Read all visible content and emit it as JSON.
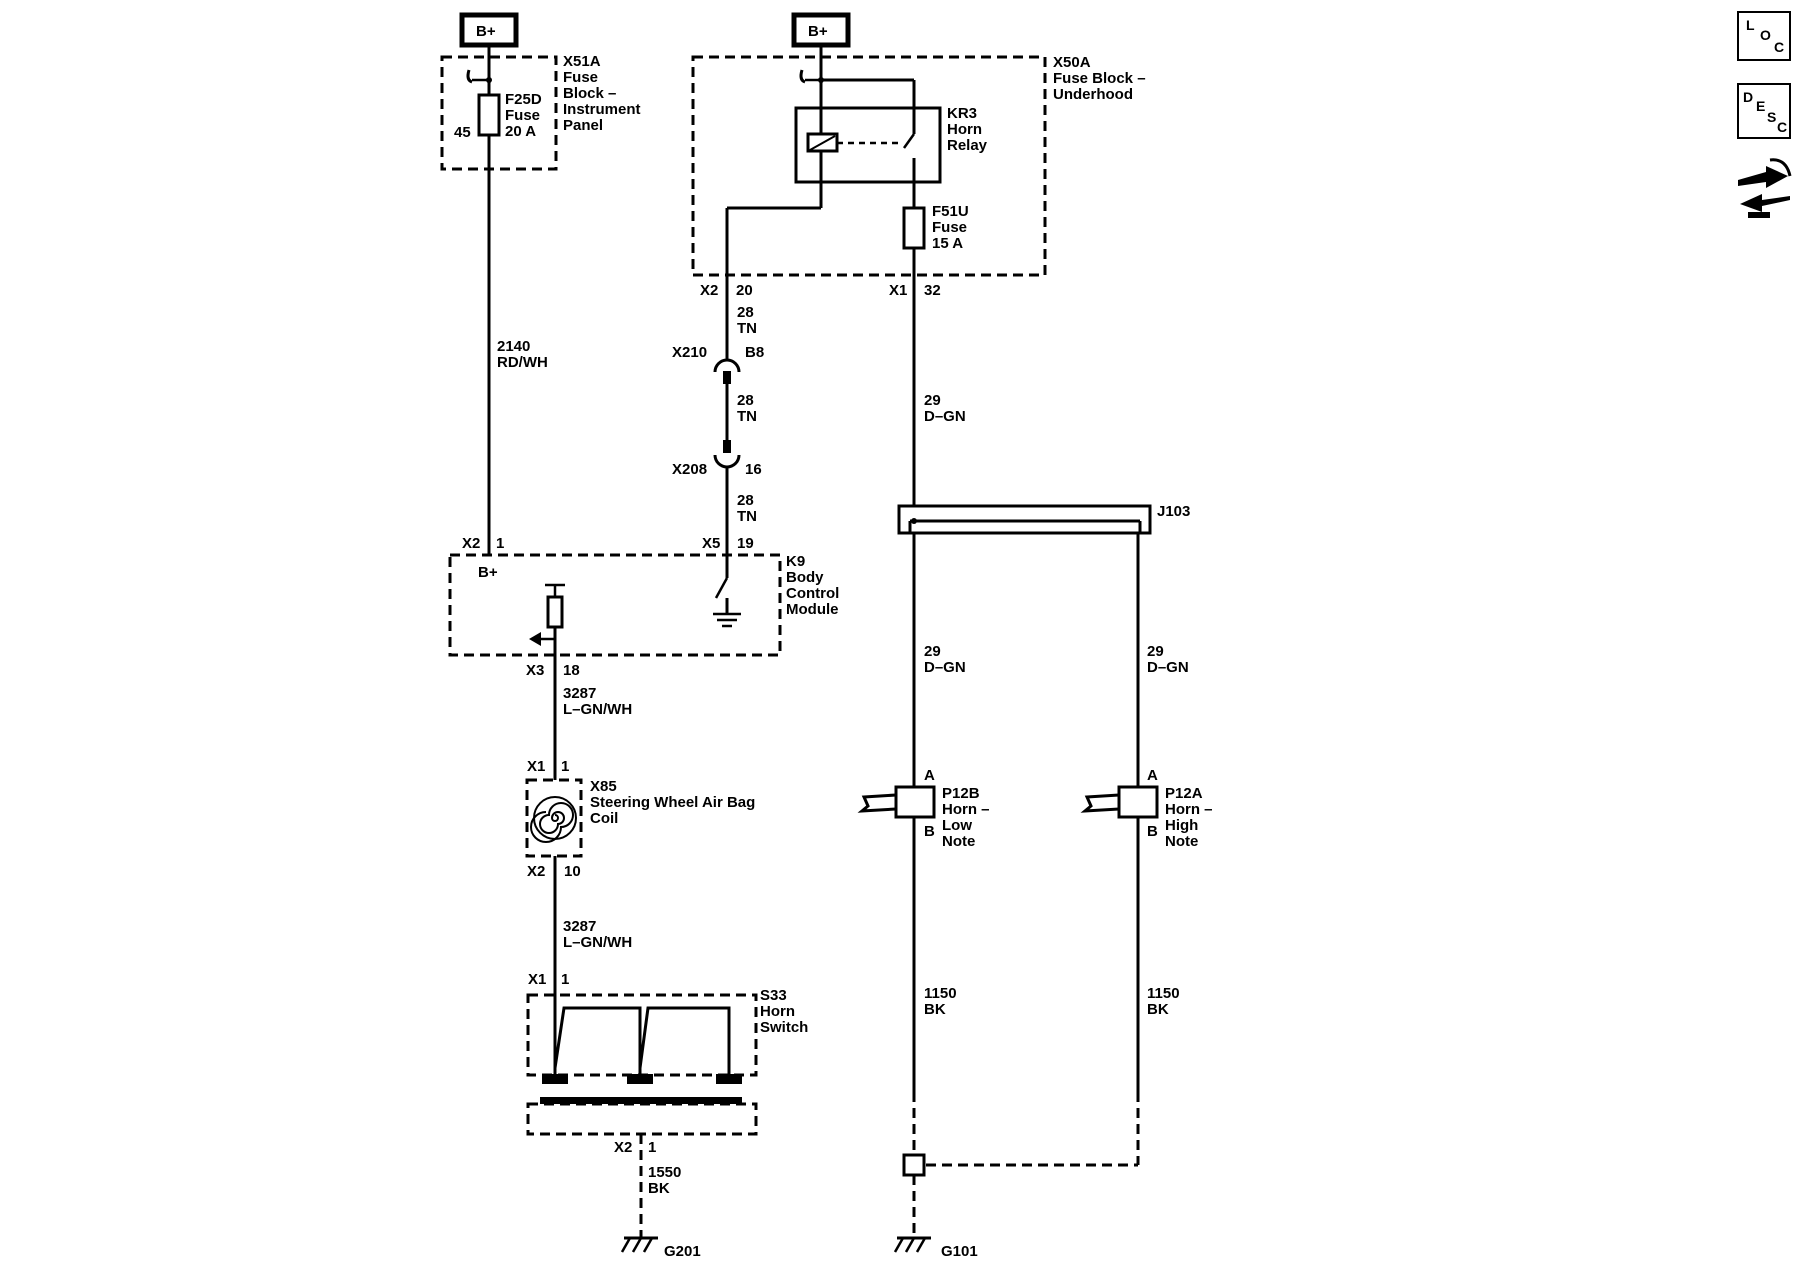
{
  "nav": {
    "loc": {
      "big": "L",
      "small1": "O",
      "small2": "C"
    },
    "desc": {
      "big": "D",
      "small1": "E",
      "small2": "S",
      "small3": "C"
    }
  },
  "power": {
    "left": "B+",
    "right": "B+"
  },
  "x51a": {
    "id": "X51A",
    "name1": "Fuse",
    "name2": "Block –",
    "name3": "Instrument",
    "name4": "Panel",
    "fuse_id": "F25D",
    "fuse_type": "Fuse",
    "fuse_rating": "20 A",
    "pin": "45"
  },
  "x50a": {
    "id": "X50A",
    "name1": "Fuse Block –",
    "name2": "Underhood",
    "relay_id": "KR3",
    "relay_name1": "Horn",
    "relay_name2": "Relay",
    "fuse_id": "F51U",
    "fuse_type": "Fuse",
    "fuse_rating": "15 A",
    "conn_left": "X2",
    "pin_left": "20",
    "conn_right": "X1",
    "pin_right": "32"
  },
  "wires": {
    "w2140_circuit": "2140",
    "w2140_color": "RD/WH",
    "tn1_circuit": "28",
    "tn1_color": "TN",
    "tn2_circuit": "28",
    "tn2_color": "TN",
    "tn3_circuit": "28",
    "tn3_color": "TN",
    "dgn_main_circuit": "29",
    "dgn_main_color": "D–GN",
    "dgn_low_circuit": "29",
    "dgn_low_color": "D–GN",
    "dgn_high_circuit": "29",
    "dgn_high_color": "D–GN",
    "w3287a_circuit": "3287",
    "w3287a_color": "L–GN/WH",
    "w3287b_circuit": "3287",
    "w3287b_color": "L–GN/WH",
    "w1150a_circuit": "1150",
    "w1150a_color": "BK",
    "w1150b_circuit": "1150",
    "w1150b_color": "BK",
    "w1550_circuit": "1550",
    "w1550_color": "BK"
  },
  "x210": {
    "id": "X210",
    "pin": "B8"
  },
  "x208": {
    "id": "X208",
    "pin": "16"
  },
  "k9": {
    "id": "K9",
    "name1": "Body",
    "name2": "Control",
    "name3": "Module",
    "bplus": "B+",
    "conn_in": "X2",
    "pin_in": "1",
    "conn_sw": "X5",
    "pin_sw": "19",
    "conn_out": "X3",
    "pin_out": "18"
  },
  "x85": {
    "id": "X85",
    "name1": "Steering Wheel Air Bag",
    "name2": "Coil",
    "conn_top": "X1",
    "pin_top": "1",
    "conn_bottom": "X2",
    "pin_bottom": "10"
  },
  "s33": {
    "id": "S33",
    "name1": "Horn",
    "name2": "Switch",
    "conn_top": "X1",
    "pin_top": "1",
    "conn_bottom": "X2",
    "pin_bottom": "1"
  },
  "j103": {
    "id": "J103"
  },
  "p12b": {
    "id": "P12B",
    "name1": "Horn –",
    "name2": "Low",
    "name3": "Note",
    "pin_a": "A",
    "pin_b": "B"
  },
  "p12a": {
    "id": "P12A",
    "name1": "Horn –",
    "name2": "High",
    "name3": "Note",
    "pin_a": "A",
    "pin_b": "B"
  },
  "grounds": {
    "left": "G201",
    "right": "G101"
  }
}
